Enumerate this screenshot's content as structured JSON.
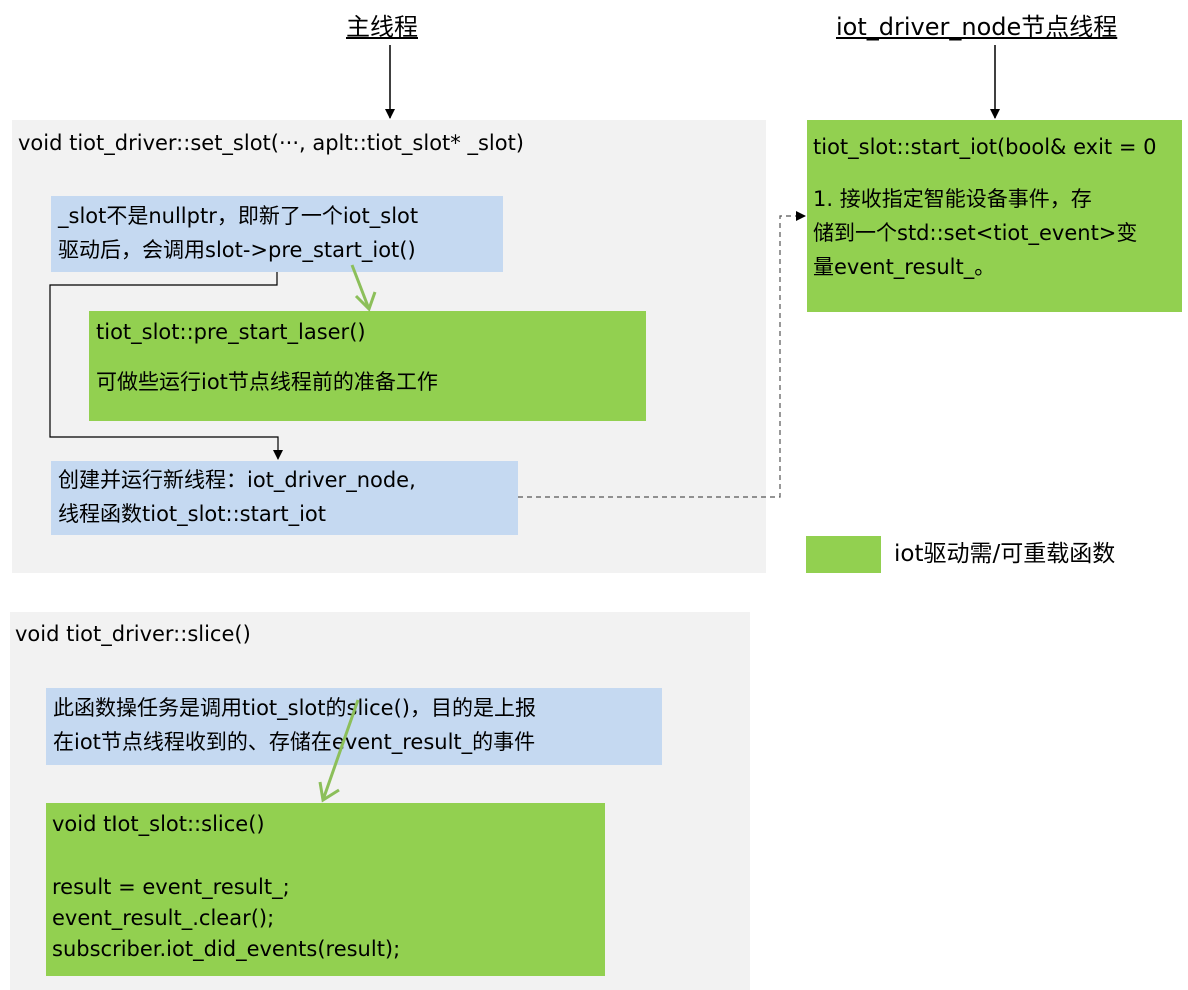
{
  "headers": {
    "main_thread": "主线程",
    "node_thread": "iot_driver_node节点线程"
  },
  "set_slot_panel": {
    "title": "void tiot_driver::set_slot(···, aplt::tiot_slot* _slot)",
    "check_box": {
      "line1": "_slot不是nullptr，即新了一个iot_slot",
      "line2": "驱动后，会调用slot->pre_start_iot()"
    },
    "pre_start_box": {
      "title": "tiot_slot::pre_start_laser()",
      "desc": "可做些运行iot节点线程前的准备工作"
    },
    "create_thread_box": {
      "line1": "创建并运行新线程：iot_driver_node,",
      "line2": "线程函数tiot_slot::start_iot"
    }
  },
  "start_iot_box": {
    "title": "tiot_slot::start_iot(bool& exit = 0",
    "line1": "1. 接收指定智能设备事件，存",
    "line2": "储到一个std::set<tiot_event>变",
    "line3": "量event_result_。"
  },
  "legend": {
    "label": "iot驱动需/可重载函数",
    "color": "#92d050"
  },
  "slice_panel": {
    "title": "void tiot_driver::slice()",
    "desc_box": {
      "line1": "此函数操任务是调用tiot_slot的slice()，目的是上报",
      "line2": "在iot节点线程收到的、存储在event_result_的事件"
    },
    "code_box": {
      "title": "void tIot_slot::slice()",
      "code1": "result = event_result_;",
      "code2": "event_result_.clear();",
      "code3": "subscriber.iot_did_events(result);"
    }
  },
  "colors": {
    "panel": "#f2f2f2",
    "note": "#c5d9f1",
    "function": "#92d050",
    "connector_green": "#8cbf5a"
  }
}
